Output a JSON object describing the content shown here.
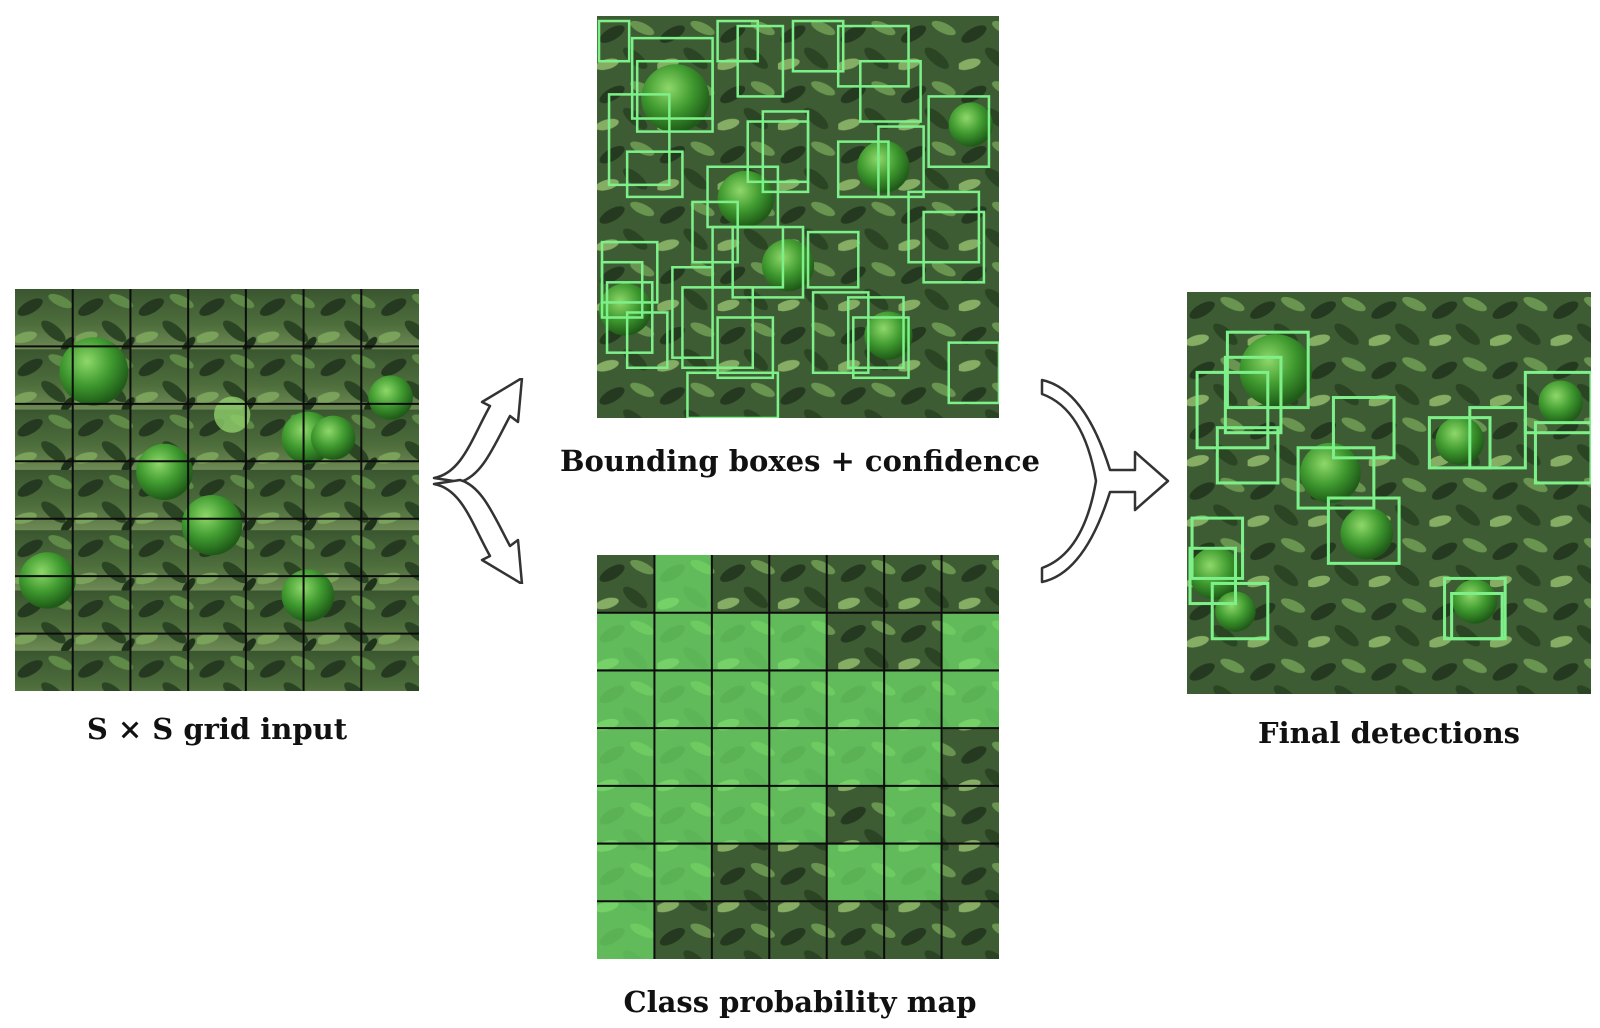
{
  "figure": {
    "panels": {
      "input": {
        "caption": "S × S grid input"
      },
      "boxes": {
        "caption": "Bounding boxes + confidence"
      },
      "class_map": {
        "caption": "Class probability map"
      },
      "final": {
        "caption": "Final detections"
      }
    },
    "colors": {
      "foliage_dark": "#2f4a28",
      "foliage_mid": "#4f7a3a",
      "fruit": "#3f9a2f",
      "box_outline": "#7df08a",
      "class_fill": "#6fe06a",
      "grid_line": "#0d0d0d",
      "arrow_outline": "#333333"
    },
    "grid_size": 7
  }
}
